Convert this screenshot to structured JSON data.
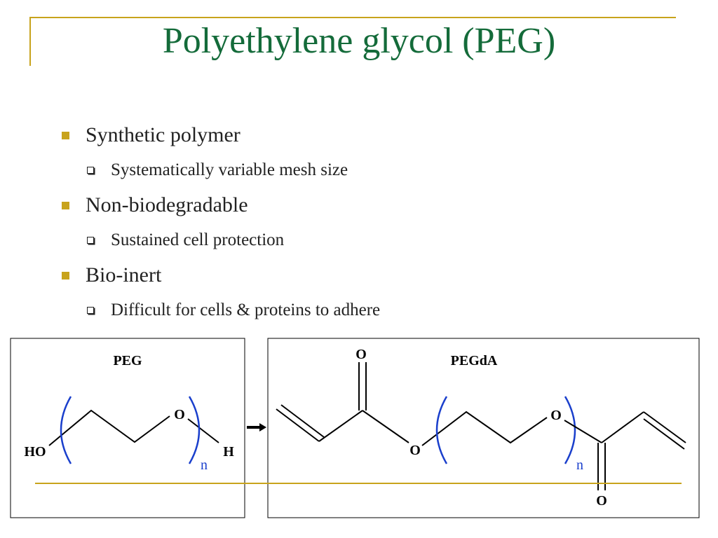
{
  "title": "Polyethylene glycol (PEG)",
  "bullets": [
    {
      "text": "Synthetic polymer",
      "sub": [
        "Systematically variable mesh size"
      ]
    },
    {
      "text": "Non-biodegradable",
      "sub": [
        "Sustained cell protection"
      ]
    },
    {
      "text": "Bio-inert",
      "sub": [
        "Difficult for cells & proteins to adhere"
      ]
    }
  ],
  "peg": {
    "title": "PEG",
    "ho": "HO",
    "o": "O",
    "h": "H",
    "n": "n"
  },
  "pegda": {
    "title": "PEGdA",
    "o_top": "O",
    "o_ester_left": "O",
    "o_ring_right": "O",
    "o_bottom": "O",
    "n": "n"
  },
  "colors": {
    "title": "#146b3a",
    "accent": "#c8a31c",
    "bracket": "#1a3fcc"
  },
  "icons": {
    "arrow": "right-arrow-icon"
  }
}
